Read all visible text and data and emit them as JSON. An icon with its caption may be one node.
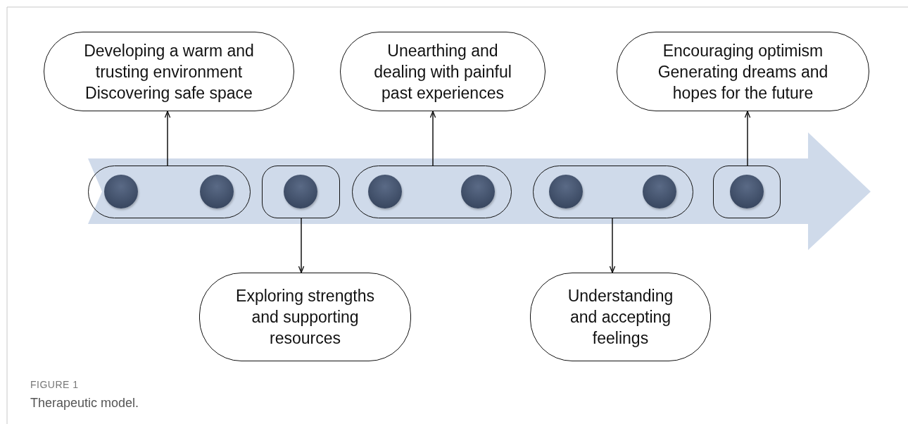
{
  "diagram": {
    "caption": "Therapeutic model.",
    "nodes": [
      {
        "text": [
          "Developing a warm and trusting environment",
          "Discovering safe space"
        ]
      },
      {
        "text": [
          "Unearthing and dealing with painful past experiences"
        ]
      },
      {
        "text": [
          "Encouraging optimism",
          "Generating dreams and hopes for the future"
        ]
      },
      {
        "text": [],
        "shape": "box"
      },
      {
        "text": [],
        "shape": "box"
      },
      {
        "text": [],
        "shape": "box"
      },
      {
        "text": [],
        "shape": "box"
      },
      {
        "text": [],
        "shape": "box"
      },
      {
        "text": [],
        "shape": "circle",
        "in": 3
      },
      {
        "text": [],
        "shape": "circle",
        "in": 3
      },
      {
        "text": [],
        "shape": "circle",
        "in": 4
      },
      {
        "text": [],
        "shape": "circle",
        "in": 5
      },
      {
        "text": [],
        "shape": "circle",
        "in": 5
      },
      {
        "text": [],
        "shape": "circle",
        "in": 6
      },
      {
        "text": [],
        "shape": "circle",
        "in": 6
      },
      {
        "text": [],
        "shape": "circle",
        "in": 7
      },
      {
        "text": [
          "Exploring strengths and supporting resources"
        ]
      },
      {
        "text": [
          "Understanding and accepting feelings"
        ]
      }
    ],
    "edges": [
      {
        "from": 3,
        "to": 0,
        "arrow": "to"
      },
      {
        "from": 4,
        "to": 16,
        "arrow": "to"
      },
      {
        "from": 5,
        "to": 1,
        "arrow": "to"
      },
      {
        "from": 6,
        "to": 17,
        "arrow": "to"
      },
      {
        "from": 7,
        "to": 2,
        "arrow": "to"
      }
    ],
    "labels": [
      "FIGURE 1"
    ]
  }
}
